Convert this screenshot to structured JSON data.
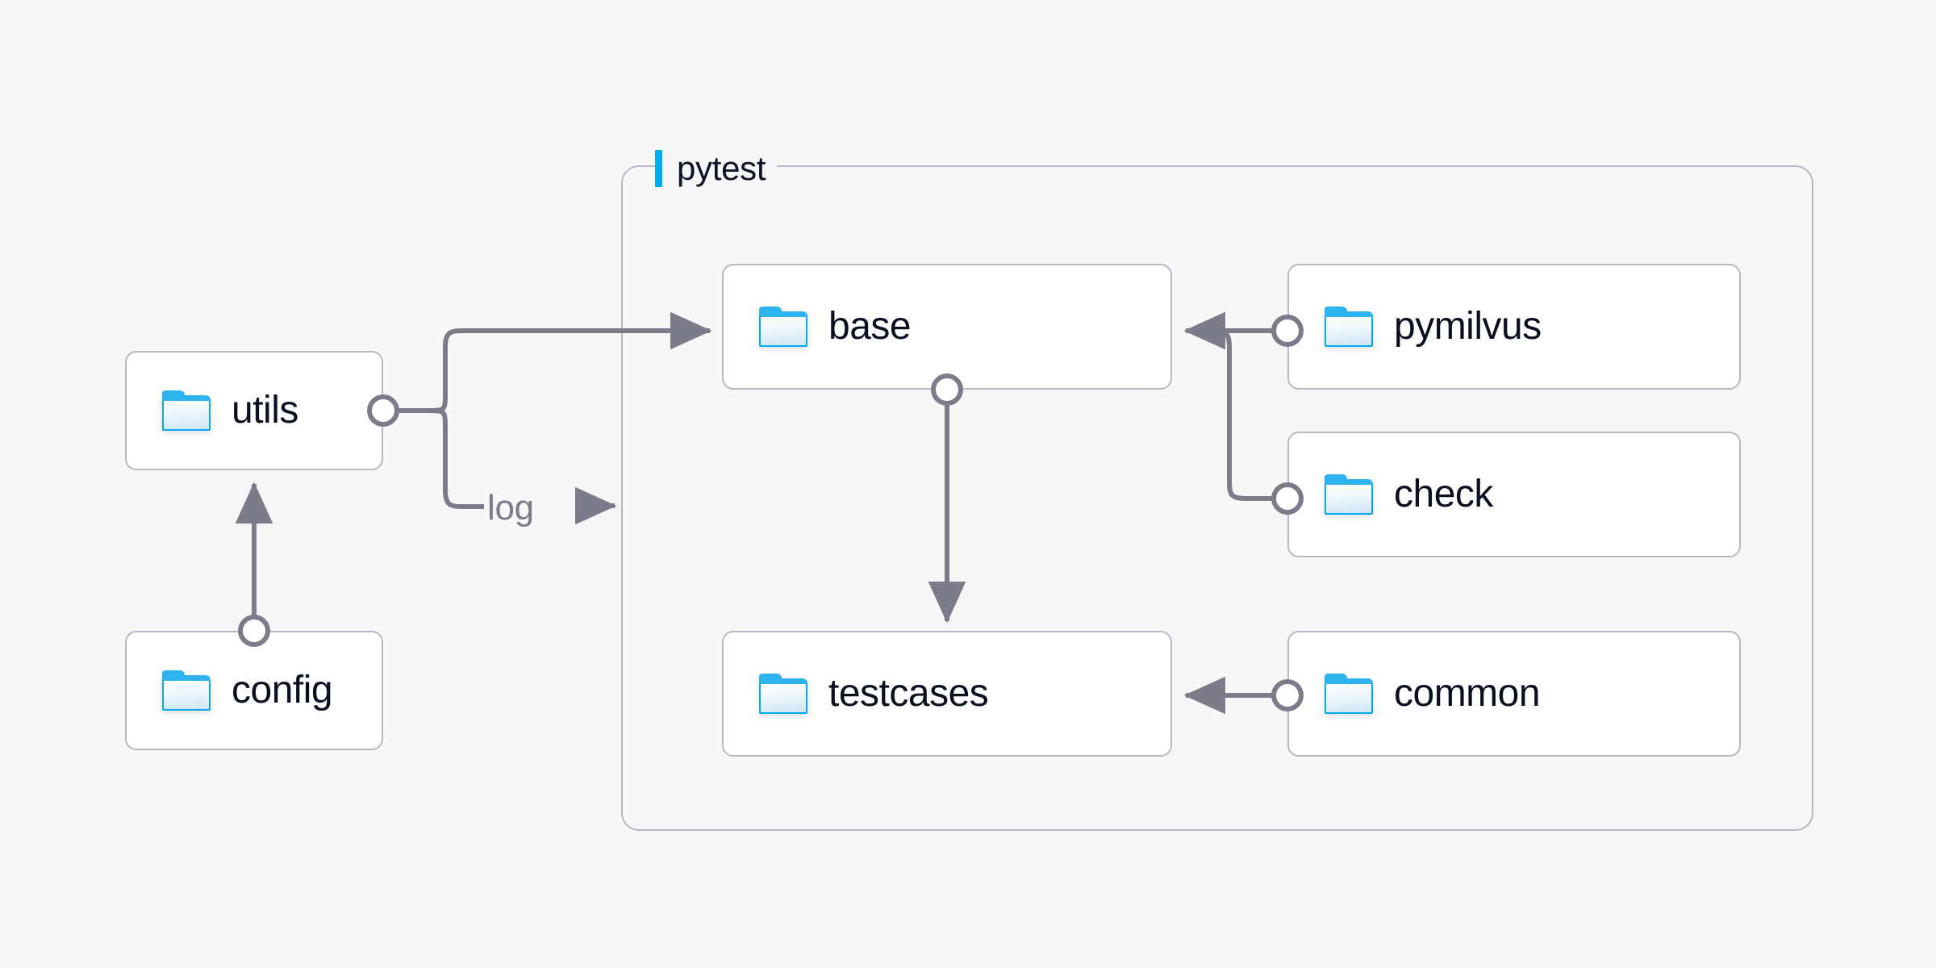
{
  "diagram": {
    "type": "architecture-folder-graph",
    "background_color": "#f7f7f8",
    "accent_color": "#00adef",
    "edge_color": "#7b7b89",
    "border_color": "#b9b7c4",
    "group": {
      "label": "pytest",
      "accent_color": "#00adef"
    },
    "nodes": [
      {
        "id": "utils",
        "label": "utils",
        "icon": "folder-icon",
        "inside_group": false
      },
      {
        "id": "config",
        "label": "config",
        "icon": "folder-icon",
        "inside_group": false
      },
      {
        "id": "base",
        "label": "base",
        "icon": "folder-icon",
        "inside_group": true
      },
      {
        "id": "testcases",
        "label": "testcases",
        "icon": "folder-icon",
        "inside_group": true
      },
      {
        "id": "pymilvus",
        "label": "pymilvus",
        "icon": "folder-icon",
        "inside_group": true
      },
      {
        "id": "check",
        "label": "check",
        "icon": "folder-icon",
        "inside_group": true
      },
      {
        "id": "common",
        "label": "common",
        "icon": "folder-icon",
        "inside_group": true
      }
    ],
    "edges": [
      {
        "from": "config",
        "to": "utils",
        "label": "",
        "arrow": true
      },
      {
        "from": "utils",
        "to": "base",
        "label": "",
        "arrow": true
      },
      {
        "from": "utils",
        "to": "pytest",
        "label": "log",
        "arrow": true
      },
      {
        "from": "base",
        "to": "testcases",
        "label": "",
        "arrow": true
      },
      {
        "from": "pymilvus",
        "to": "base",
        "label": "",
        "arrow": true
      },
      {
        "from": "check",
        "to": "base",
        "label": "",
        "arrow": true
      },
      {
        "from": "common",
        "to": "testcases",
        "label": "",
        "arrow": true
      }
    ],
    "labels": {
      "log": "log"
    }
  }
}
